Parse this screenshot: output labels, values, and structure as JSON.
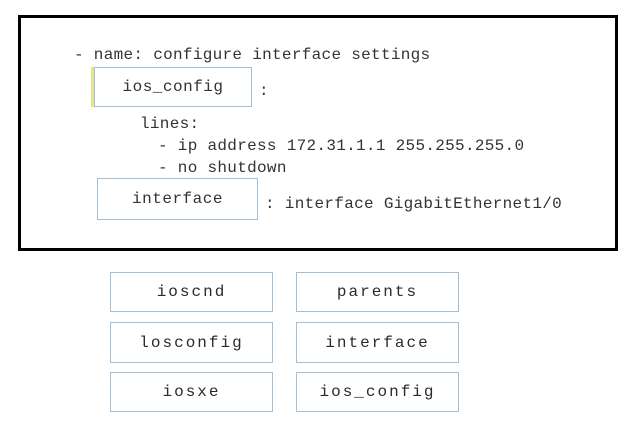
{
  "colors": {
    "panel_border": "#000000",
    "box_border": "#a3bfd6",
    "accent_yellow": "#e8e388",
    "text": "#333333",
    "background": "#ffffff"
  },
  "code_panel": {
    "task_line": "- name: configure interface settings",
    "module_slot": {
      "value": "ios_config",
      "suffix": ":"
    },
    "lines_label": "lines:",
    "config_lines": [
      "- ip address 172.31.1.1 255.255.255.0",
      "- no shutdown"
    ],
    "parents_slot": {
      "value": "interface",
      "suffix": ": interface GigabitEthernet1/0"
    }
  },
  "options": {
    "left_column": [
      "ioscnd",
      "losconfig",
      "iosxe"
    ],
    "right_column": [
      "parents",
      "interface",
      "ios_config"
    ]
  }
}
